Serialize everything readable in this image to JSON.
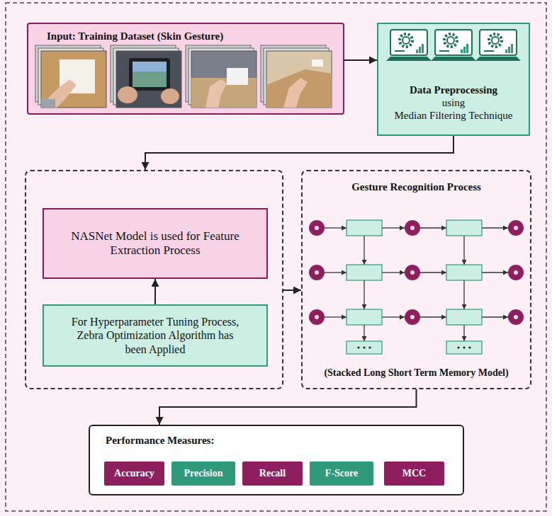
{
  "diagram": {
    "nodes": [
      {
        "text": [
          "Input: Training Dataset (Skin Gesture)"
        ]
      },
      {
        "text": [
          "Data Preprocessing",
          "using",
          "Median Filtering Technique"
        ]
      },
      {
        "text": []
      },
      {
        "text": [
          "NASNet Model is used for Feature Extraction Process"
        ],
        "in": 2
      },
      {
        "text": [
          "For Hyperparameter Tuning Process, Zebra Optimization Algorithm has been Applied"
        ],
        "in": 2
      },
      {
        "text": [
          "Gesture Recognition Process",
          "(Stacked Long Short Term Memory Model)"
        ]
      },
      {
        "text": [
          "Performance Measures:"
        ]
      },
      {
        "text": [
          "Accuracy"
        ],
        "in": 6
      },
      {
        "text": [
          "Precision"
        ],
        "in": 6
      },
      {
        "text": [
          "Recall"
        ],
        "in": 6
      },
      {
        "text": [
          "F-Score"
        ],
        "in": 6
      },
      {
        "text": [
          "MCC"
        ],
        "in": 6
      }
    ],
    "edges": [
      {
        "from": 0,
        "to": 1,
        "arrow": "to"
      },
      {
        "from": 1,
        "to": 2,
        "arrow": "to"
      },
      {
        "from": 4,
        "to": 3,
        "arrow": "to"
      },
      {
        "from": 2,
        "to": 5,
        "arrow": "to"
      },
      {
        "from": 5,
        "to": 6,
        "arrow": "to"
      }
    ]
  }
}
